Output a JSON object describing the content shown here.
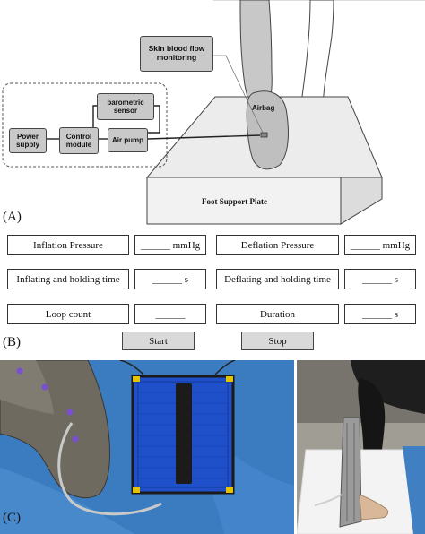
{
  "part_a": {
    "panel_label": "(A)",
    "skin_blood_flow": "Skin blood flow monitoring",
    "barometric_sensor": "barometric sensor",
    "power_supply": "Power supply",
    "control_module": "Control module",
    "air_pump": "Air pump",
    "airbag": "Airbag",
    "plate": "Foot Support Plate"
  },
  "part_b": {
    "panel_label": "(B)",
    "rows": [
      {
        "left_label": "Inflation Pressure",
        "left_value": "______ mmHg",
        "right_label": "Deflation Pressure",
        "right_value": "______ mmHg"
      },
      {
        "left_label": "Inflating and holding time",
        "left_value": "______ s",
        "right_label": "Deflating and holding time",
        "right_value": "______ s"
      },
      {
        "left_label": "Loop count",
        "left_value": "______",
        "right_label": "Duration",
        "right_value": "______ s"
      }
    ],
    "start_label": "Start",
    "stop_label": "Stop"
  },
  "part_c": {
    "panel_label": "(C)"
  }
}
